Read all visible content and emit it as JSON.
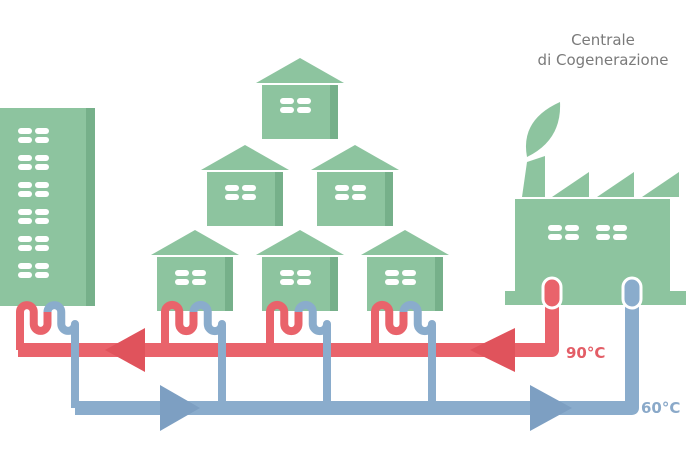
{
  "title_line1": "Centrale",
  "title_line2": "di Cogenerazione",
  "hot_temp": "90°C",
  "cold_temp": "60°C",
  "colors": {
    "building": "#8dc49f",
    "building_dark": "#76b08a",
    "hot": "#e9636b",
    "cold": "#8aaccc",
    "text": "#7a7a7a"
  }
}
